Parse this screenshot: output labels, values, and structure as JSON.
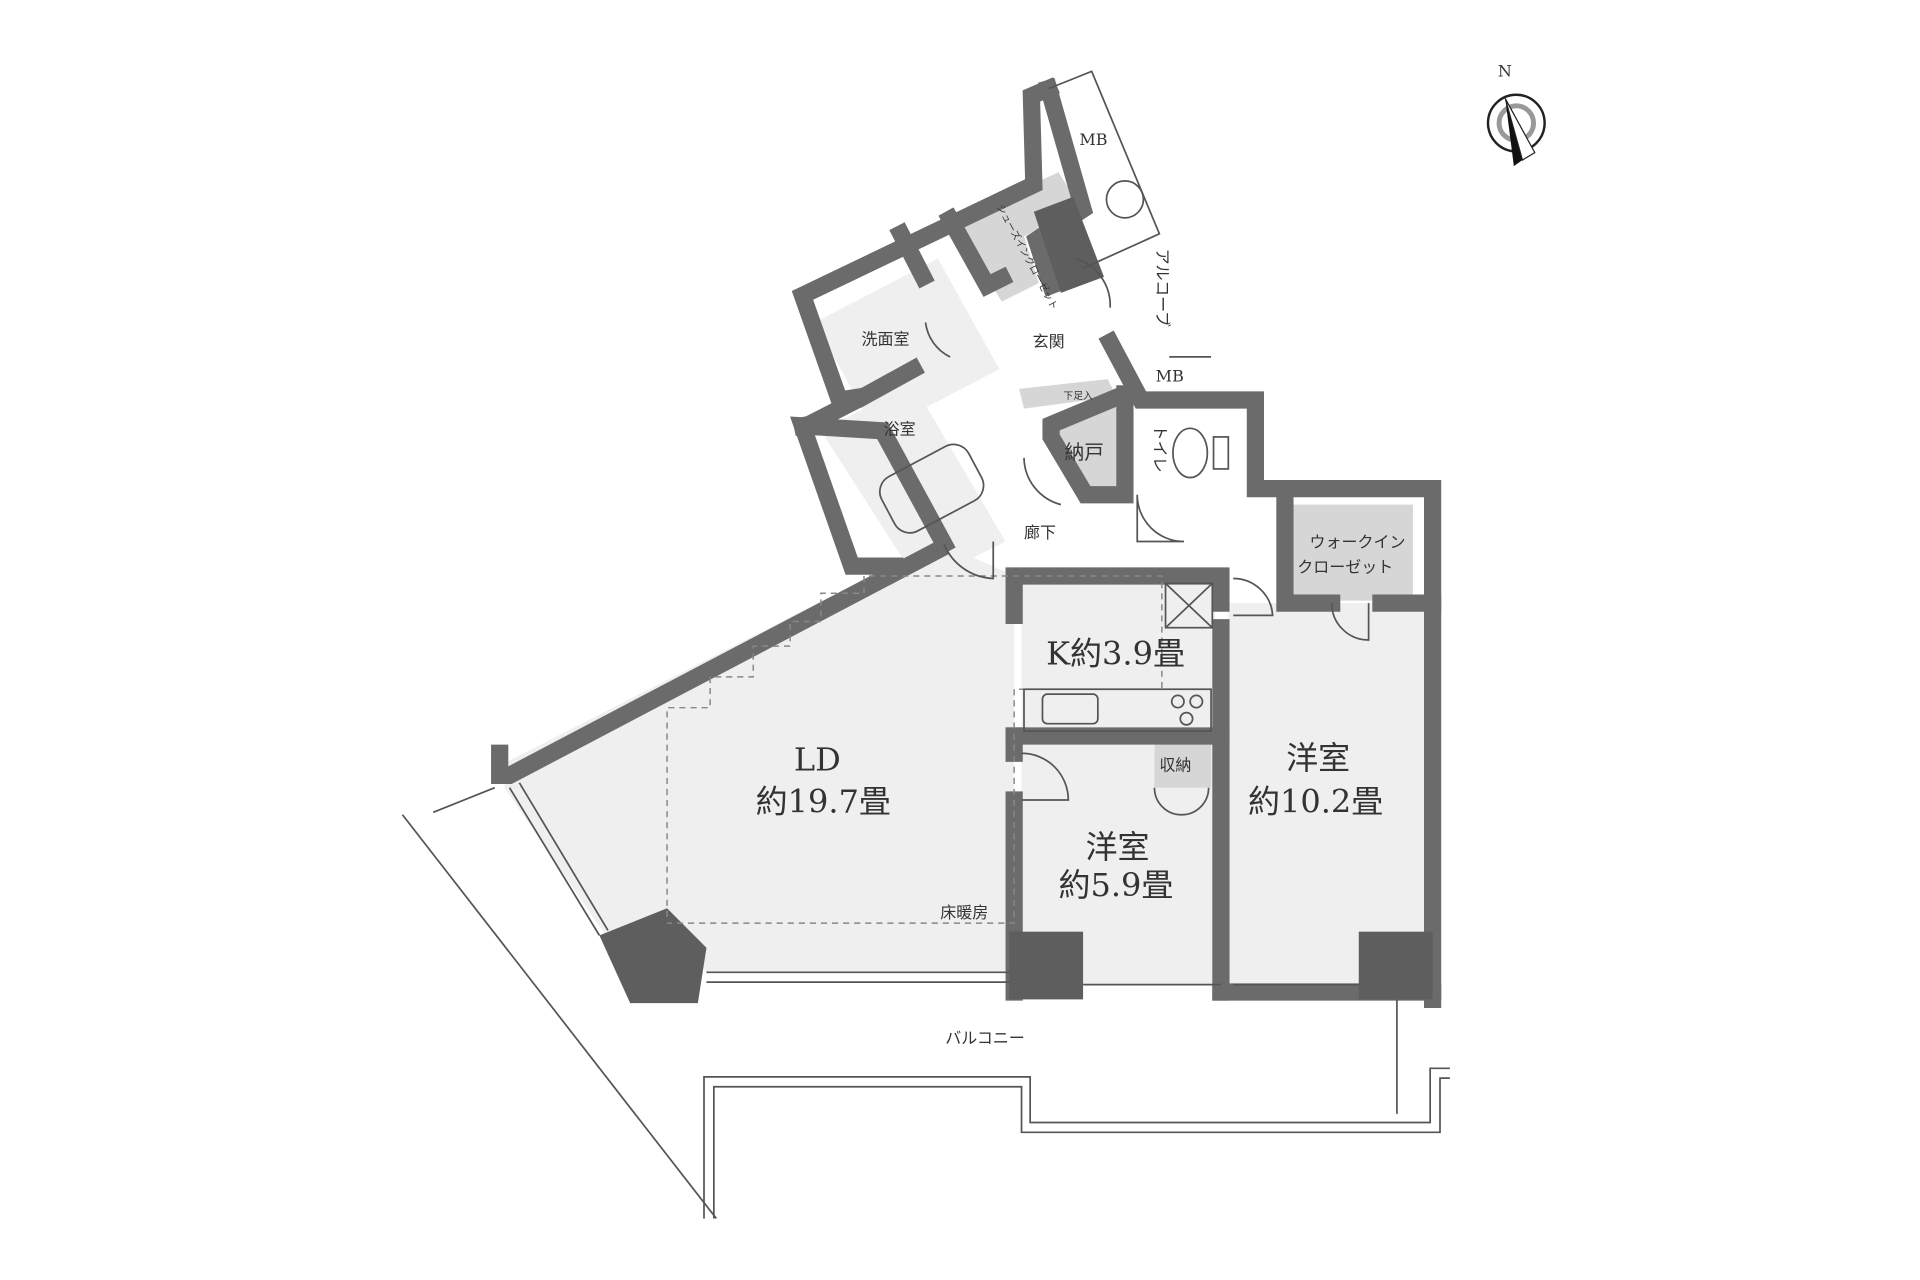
{
  "compass": {
    "label": "N",
    "icon": "north-arrow-icon"
  },
  "rooms": {
    "mb_top": "MB",
    "shoes_closet": "シューズインクローゼット",
    "alcove": "アルコーブ",
    "mb_side": "MB",
    "washroom": "洗面室",
    "entrance": "玄関",
    "shoe_cabinet": "下足入",
    "bathroom": "浴室",
    "storeroom": "納戸",
    "toilet": "トイレ",
    "hallway": "廊下",
    "walkin_closet_line1": "ウォークイン",
    "walkin_closet_line2": "クローゼット",
    "kitchen": "K約3.9畳",
    "ld_name": "LD",
    "ld_size": "約19.7畳",
    "floor_heating": "床暖房",
    "western_large_name": "洋室",
    "western_large_size": "約10.2畳",
    "western_small_name": "洋室",
    "western_small_size": "約5.9畳",
    "storage": "収納",
    "balcony": "バルコニー"
  },
  "colors": {
    "wall": "#6b6b6b",
    "floor": "#efefef",
    "storage": "#d6d6d6",
    "pillar": "#5e5e5e"
  }
}
